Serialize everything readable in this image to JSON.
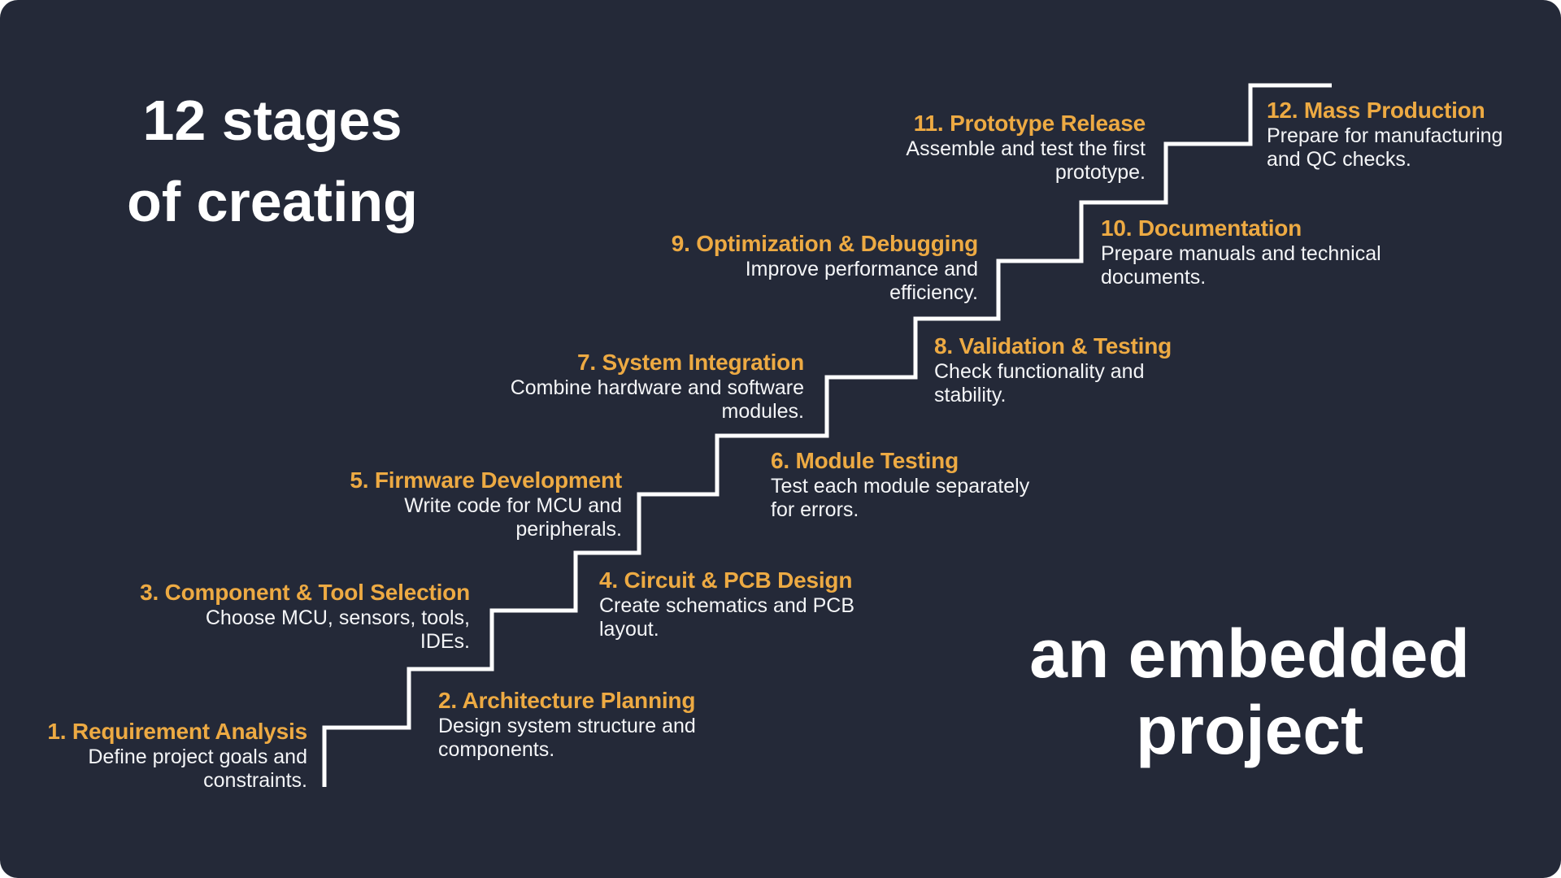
{
  "headers": {
    "left_line1": "12 stages",
    "left_line2": "of creating",
    "right_line1": "an embedded",
    "right_line2": "project"
  },
  "colors": {
    "page_background": "#ffffff",
    "card_background": "#242938",
    "stair_line": "#ffffff",
    "stage_title_accent": "#EDAA43",
    "stage_description_text": "#F4F5F7",
    "header_text": "#ffffff"
  },
  "stages": [
    {
      "number": 1,
      "title": "1. Requirement Analysis",
      "desc1": "Define project goals and",
      "desc2": "constraints."
    },
    {
      "number": 2,
      "title": "2. Architecture Planning",
      "desc1": "Design system structure and",
      "desc2": "components."
    },
    {
      "number": 3,
      "title": "3. Component & Tool Selection",
      "desc1": "Choose MCU, sensors, tools,",
      "desc2": "IDEs."
    },
    {
      "number": 4,
      "title": "4. Circuit & PCB Design",
      "desc1": "Create schematics and PCB",
      "desc2": "layout."
    },
    {
      "number": 5,
      "title": "5. Firmware Development",
      "desc1": "Write code for MCU and",
      "desc2": "peripherals."
    },
    {
      "number": 6,
      "title": "6. Module Testing",
      "desc1": "Test each module separately",
      "desc2": "for errors."
    },
    {
      "number": 7,
      "title": "7. System Integration",
      "desc1": "Combine hardware and software",
      "desc2": "modules."
    },
    {
      "number": 8,
      "title": "8. Validation & Testing",
      "desc1": "Check functionality and",
      "desc2": "stability."
    },
    {
      "number": 9,
      "title": "9. Optimization & Debugging",
      "desc1": "Improve performance and",
      "desc2": "efficiency."
    },
    {
      "number": 10,
      "title": "10. Documentation",
      "desc1": "Prepare manuals and technical",
      "desc2": "documents."
    },
    {
      "number": 11,
      "title": "11. Prototype Release",
      "desc1": "Assemble and test the first",
      "desc2": "prototype."
    },
    {
      "number": 12,
      "title": "12. Mass Production",
      "desc1": "Prepare for manufacturing",
      "desc2": "and QC checks."
    }
  ]
}
